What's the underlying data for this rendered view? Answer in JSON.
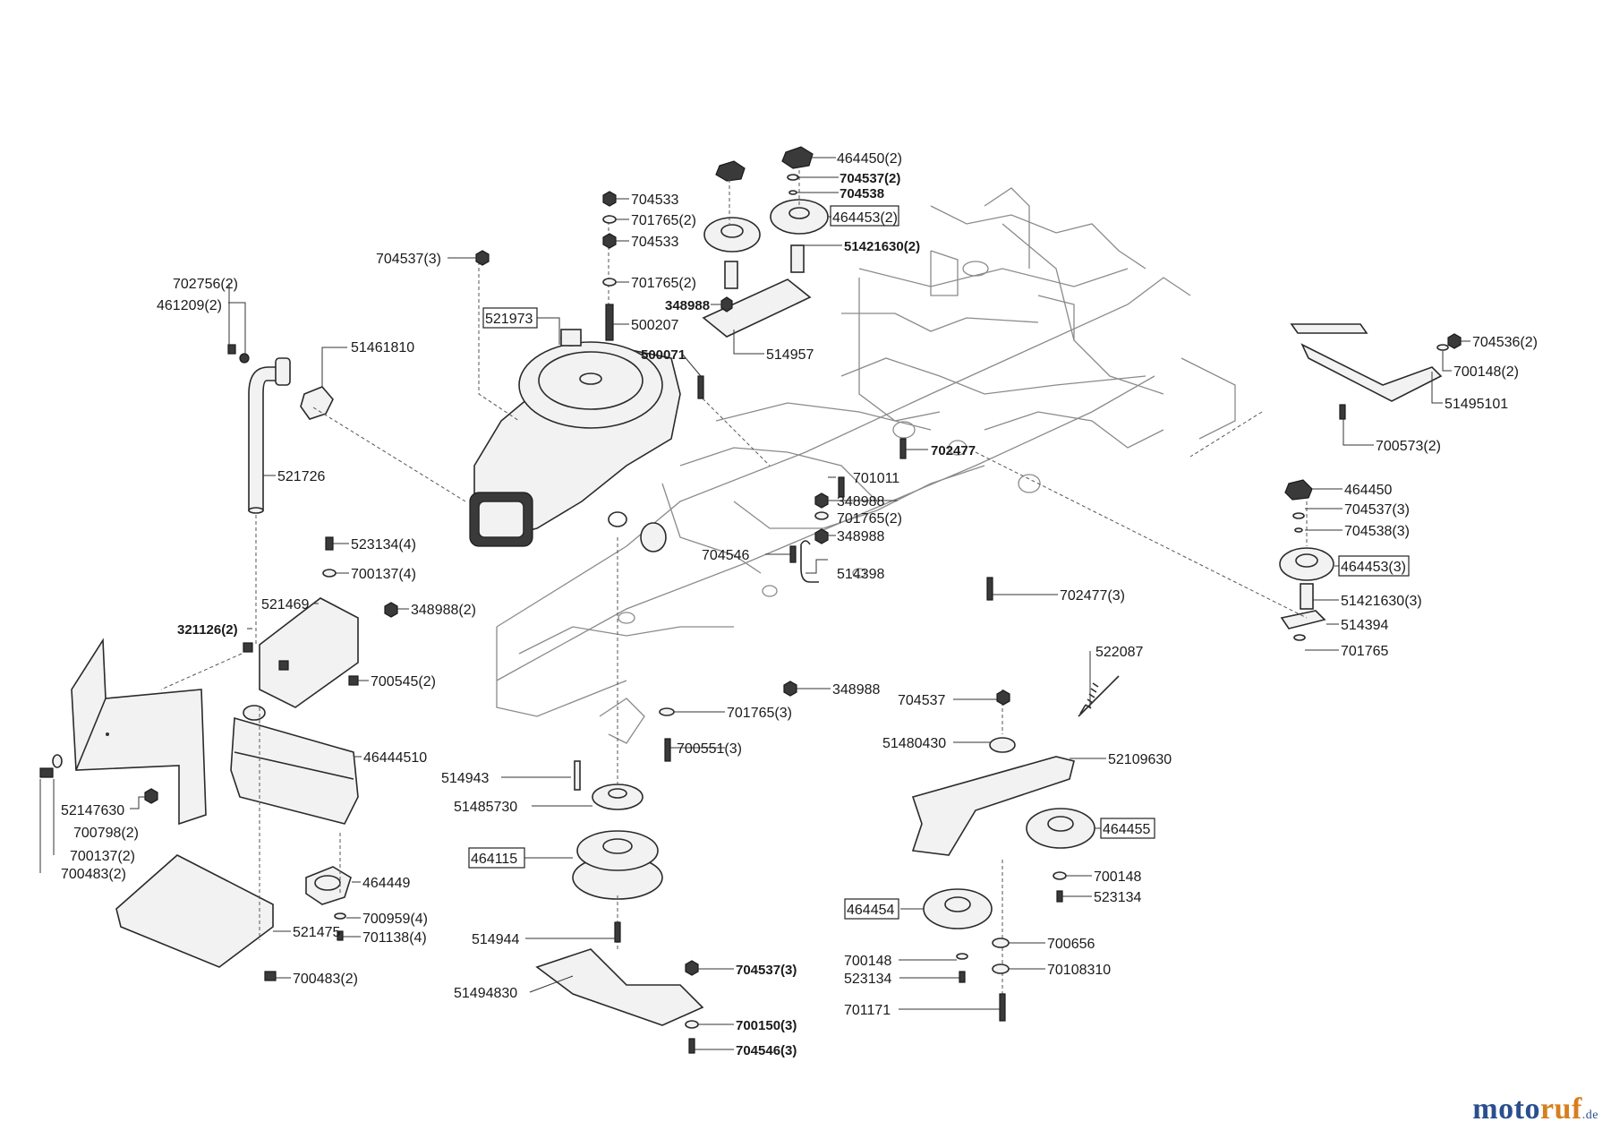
{
  "labels": [
    {
      "id": "l1",
      "text": "464450(2)",
      "bold": false
    },
    {
      "id": "l2",
      "text": "704537(2)",
      "bold": true
    },
    {
      "id": "l3",
      "text": "704538",
      "bold": true
    },
    {
      "id": "l4",
      "text": "464453(2)",
      "bold": false,
      "boxed": true
    },
    {
      "id": "l5",
      "text": "51421630(2)",
      "bold": true
    },
    {
      "id": "l6",
      "text": "704533",
      "bold": false
    },
    {
      "id": "l7",
      "text": "701765(2)",
      "bold": false
    },
    {
      "id": "l8",
      "text": "704533",
      "bold": false
    },
    {
      "id": "l9",
      "text": "701765(2)",
      "bold": false
    },
    {
      "id": "l10",
      "text": "704537(3)",
      "bold": false
    },
    {
      "id": "l11",
      "text": "348988",
      "bold": true
    },
    {
      "id": "l12",
      "text": "500207",
      "bold": false
    },
    {
      "id": "l13",
      "text": "521973",
      "bold": false,
      "boxed": true
    },
    {
      "id": "l14",
      "text": "514957",
      "bold": false
    },
    {
      "id": "l15",
      "text": "500071",
      "bold": true
    },
    {
      "id": "l16",
      "text": "702756(2)",
      "bold": false
    },
    {
      "id": "l17",
      "text": "461209(2)",
      "bold": false
    },
    {
      "id": "l18",
      "text": "51461810",
      "bold": false
    },
    {
      "id": "l19",
      "text": "521726",
      "bold": false
    },
    {
      "id": "l20",
      "text": "702477",
      "bold": true
    },
    {
      "id": "l21",
      "text": "701011",
      "bold": false
    },
    {
      "id": "l22",
      "text": "348988",
      "bold": false
    },
    {
      "id": "l23",
      "text": "701765(2)",
      "bold": false
    },
    {
      "id": "l24",
      "text": "348988",
      "bold": false
    },
    {
      "id": "l25",
      "text": "704546",
      "bold": false
    },
    {
      "id": "l26",
      "text": "514398",
      "bold": false
    },
    {
      "id": "l27",
      "text": "702477(3)",
      "bold": false
    },
    {
      "id": "l28",
      "text": "704536(2)",
      "bold": false
    },
    {
      "id": "l29",
      "text": "700148(2)",
      "bold": false
    },
    {
      "id": "l30",
      "text": "51495101",
      "bold": false
    },
    {
      "id": "l31",
      "text": "700573(2)",
      "bold": false
    },
    {
      "id": "l32",
      "text": "464450",
      "bold": false
    },
    {
      "id": "l33",
      "text": "704537(3)",
      "bold": false
    },
    {
      "id": "l34",
      "text": "704538(3)",
      "bold": false
    },
    {
      "id": "l35",
      "text": "464453(3)",
      "bold": false,
      "boxed": true
    },
    {
      "id": "l36",
      "text": "51421630(3)",
      "bold": false
    },
    {
      "id": "l37",
      "text": "514394",
      "bold": false
    },
    {
      "id": "l38",
      "text": "701765",
      "bold": false
    },
    {
      "id": "l39",
      "text": "523134(4)",
      "bold": false
    },
    {
      "id": "l40",
      "text": "700137(4)",
      "bold": false
    },
    {
      "id": "l41",
      "text": "521469",
      "bold": false
    },
    {
      "id": "l42",
      "text": "348988(2)",
      "bold": false
    },
    {
      "id": "l43",
      "text": "321126(2)",
      "bold": true
    },
    {
      "id": "l44",
      "text": "700545(2)",
      "bold": false
    },
    {
      "id": "l45",
      "text": "46444510",
      "bold": false
    },
    {
      "id": "l46",
      "text": "52147630",
      "bold": false
    },
    {
      "id": "l47",
      "text": "700798(2)",
      "bold": false
    },
    {
      "id": "l48",
      "text": "700137(2)",
      "bold": false
    },
    {
      "id": "l49",
      "text": "700483(2)",
      "bold": false
    },
    {
      "id": "l50",
      "text": "464449",
      "bold": false
    },
    {
      "id": "l51",
      "text": "700959(4)",
      "bold": false
    },
    {
      "id": "l52",
      "text": "701138(4)",
      "bold": false
    },
    {
      "id": "l53",
      "text": "521475",
      "bold": false
    },
    {
      "id": "l54",
      "text": "700483(2)",
      "bold": false
    },
    {
      "id": "l55",
      "text": "348988",
      "bold": false
    },
    {
      "id": "l56",
      "text": "701765(3)",
      "bold": false
    },
    {
      "id": "l57",
      "text": "700551(3)",
      "bold": false
    },
    {
      "id": "l58",
      "text": "514943",
      "bold": false
    },
    {
      "id": "l59",
      "text": "51485730",
      "bold": false
    },
    {
      "id": "l60",
      "text": "464115",
      "bold": false,
      "boxed": true
    },
    {
      "id": "l61",
      "text": "514944",
      "bold": false
    },
    {
      "id": "l62",
      "text": "51494830",
      "bold": false
    },
    {
      "id": "l63",
      "text": "704537(3)",
      "bold": true
    },
    {
      "id": "l64",
      "text": "700150(3)",
      "bold": true
    },
    {
      "id": "l65",
      "text": "704546(3)",
      "bold": true
    },
    {
      "id": "l66",
      "text": "522087",
      "bold": false
    },
    {
      "id": "l67",
      "text": "704537",
      "bold": false
    },
    {
      "id": "l68",
      "text": "51480430",
      "bold": false
    },
    {
      "id": "l69",
      "text": "52109630",
      "bold": false
    },
    {
      "id": "l70",
      "text": "464455",
      "bold": false,
      "boxed": true
    },
    {
      "id": "l71",
      "text": "700148",
      "bold": false
    },
    {
      "id": "l72",
      "text": "523134",
      "bold": false
    },
    {
      "id": "l73",
      "text": "464454",
      "bold": false,
      "boxed": true
    },
    {
      "id": "l74",
      "text": "700656",
      "bold": false
    },
    {
      "id": "l75",
      "text": "700148",
      "bold": false
    },
    {
      "id": "l76",
      "text": "523134",
      "bold": false
    },
    {
      "id": "l77",
      "text": "70108310",
      "bold": false
    },
    {
      "id": "l78",
      "text": "701171",
      "bold": false
    }
  ],
  "brand": {
    "part1": "moto",
    "part2": "ruf",
    "tld": ".de"
  }
}
